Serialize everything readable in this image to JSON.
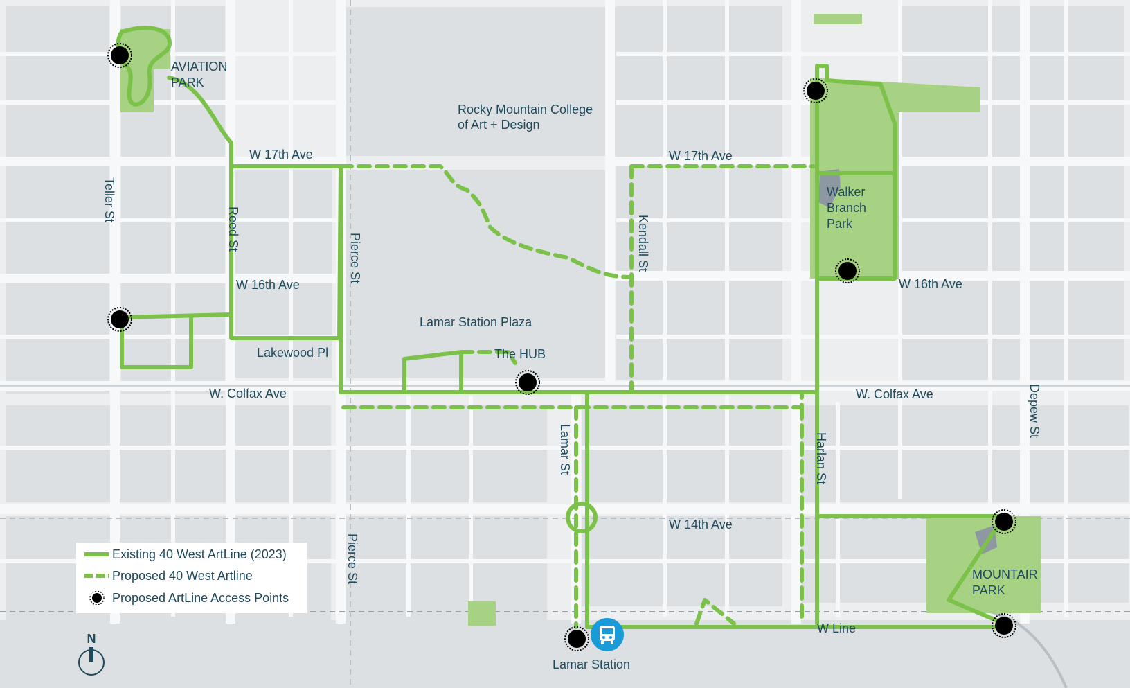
{
  "colors": {
    "background": "#eceef0",
    "block": "#dde0e3",
    "road": "#f7f8f9",
    "road_major": "#cfd4d8",
    "park": "#a8d283",
    "artline": "#7cc24a",
    "access_point": "#000000",
    "label": "#1f4a5c",
    "station_icon": "#1a9ad6"
  },
  "places": {
    "aviation_park": [
      "AVIATION",
      "PARK"
    ],
    "rocky_mountain_college": [
      "Rocky Mountain College",
      "of Art + Design"
    ],
    "walker_branch_park": [
      "Walker",
      "Branch",
      "Park"
    ],
    "lamar_station_plaza": "Lamar Station Plaza",
    "the_hub": "The HUB",
    "mountair_park": [
      "MOUNTAIR",
      "PARK"
    ],
    "lamar_station": "Lamar Station"
  },
  "streets": {
    "w17th_left": "W 17th Ave",
    "w17th_right": "W 17th Ave",
    "teller": "Teller St",
    "reed": "Reed St",
    "pierce_north": "Pierce St",
    "pierce_south": "Pierce St",
    "kendall": "Kendall St",
    "w16th_left": "W 16th Ave",
    "w16th_right": "W 16th Ave",
    "lakewood": "Lakewood Pl",
    "colfax_left": "W. Colfax Ave",
    "colfax_right": "W. Colfax Ave",
    "lamar": "Lamar St",
    "harlan": "Harlan St",
    "depew": "Depew St",
    "w14th": "W 14th Ave",
    "w_line": "W Line"
  },
  "legend": {
    "existing": "Existing 40 West ArtLine (2023)",
    "proposed": "Proposed 40 West Artline",
    "access": "Proposed ArtLine Access Points"
  },
  "compass": {
    "north": "N"
  },
  "icons": {
    "access_point": "access-point-icon",
    "station": "bus-icon",
    "compass": "north-arrow-icon"
  }
}
